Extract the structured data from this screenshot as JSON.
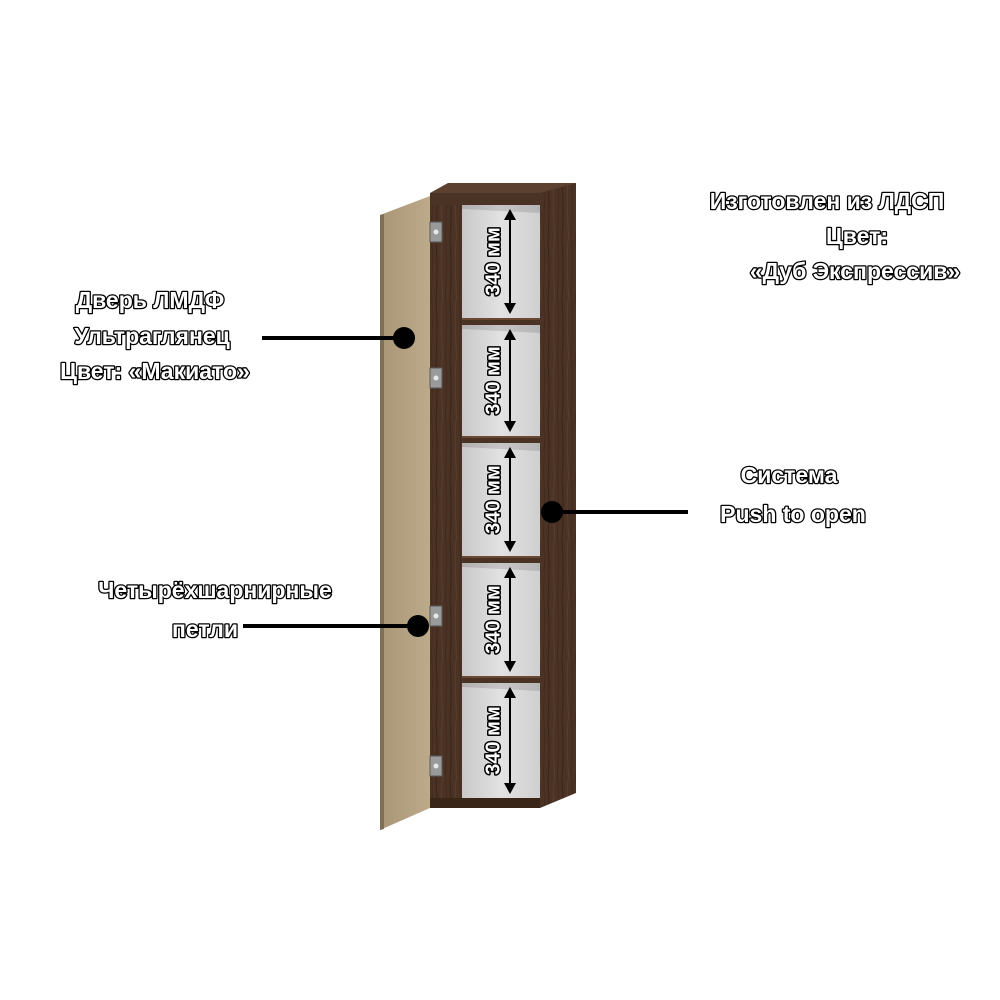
{
  "labels": {
    "material_line1": "Изготовлен из ЛДСП",
    "material_line2": "Цвет:",
    "material_line3": "«Дуб Экспрессив»",
    "door_line1": "Дверь ЛМДФ",
    "door_line2": "Ультраглянец",
    "door_line3": "Цвет:  «Макиато»",
    "push_line1": "Система",
    "push_line2": "Push to open",
    "hinges_line1": "Четырёхшарнирные",
    "hinges_line2": "петли"
  },
  "shelves": [
    {
      "height_label": "340 мм"
    },
    {
      "height_label": "340 мм"
    },
    {
      "height_label": "340 мм"
    },
    {
      "height_label": "340 мм"
    },
    {
      "height_label": "340 мм"
    }
  ],
  "colors": {
    "wood": "#4a3325",
    "wood_dark": "#2e1f16",
    "wood_light": "#5c4030",
    "door": "#b8a585",
    "door_edge": "#7d6f58",
    "back_panel": "#d7d7d7",
    "callout": "#000000"
  }
}
